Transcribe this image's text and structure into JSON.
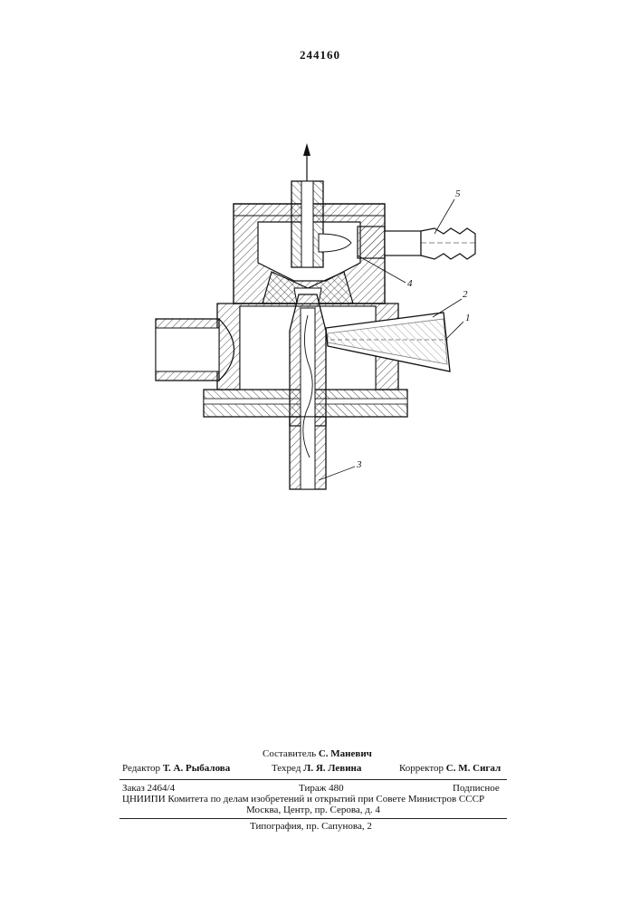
{
  "patent_number": "244160",
  "figure_callouts": {
    "c1": "1",
    "c2": "2",
    "c3": "3",
    "c4": "4",
    "c5": "5"
  },
  "credits": {
    "compiler_label": "Составитель",
    "compiler_name": "С. Маневич",
    "editor_label": "Редактор",
    "editor_name": "Т. А. Рыбалова",
    "tech_label": "Техред",
    "tech_name": "Л. Я. Левина",
    "corrector_label": "Корректор",
    "corrector_name": "С. М. Сигал"
  },
  "imprint": {
    "order": "Заказ 2464/4",
    "circulation": "Тираж 480",
    "subscription": "Подписное",
    "institute_line": "ЦНИИПИ Комитета по делам изобретений и открытий при Совете Министров СССР",
    "address_line": "Москва, Центр, пр. Серова, д. 4",
    "printing_house": "Типография, пр. Сапунова, 2"
  }
}
